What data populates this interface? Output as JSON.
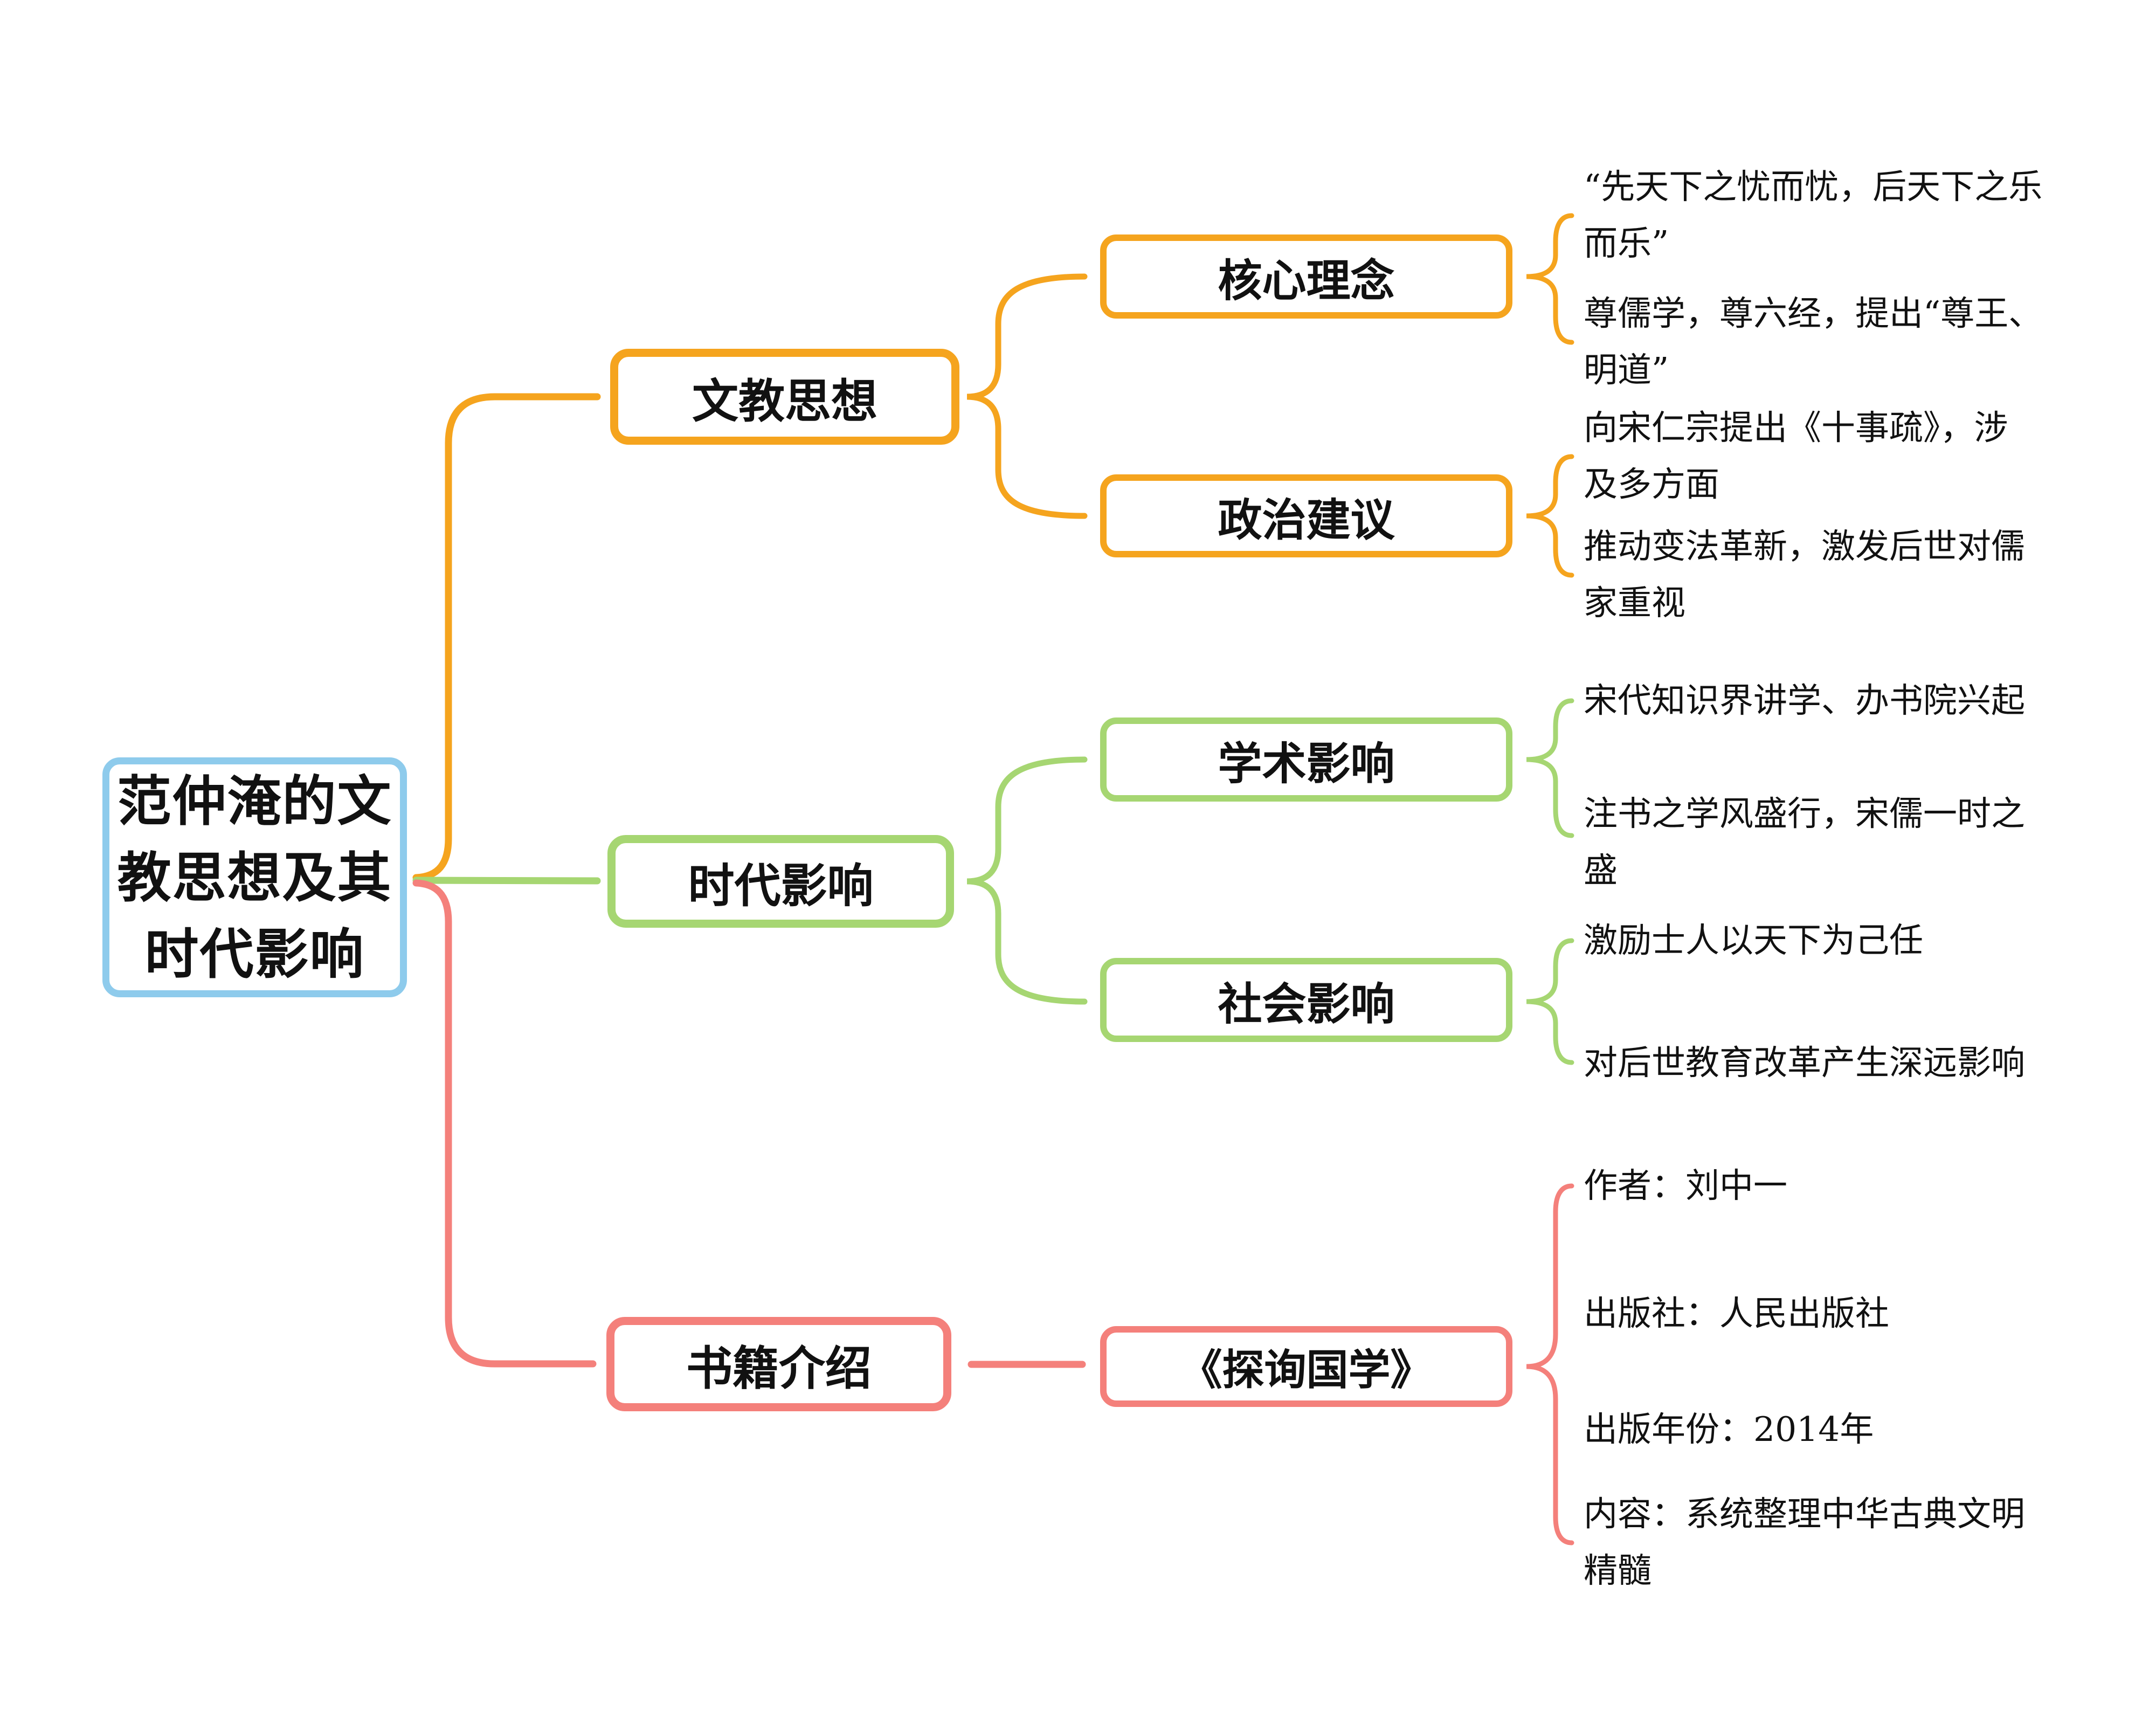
{
  "title": "范仲淹的文教思想及其时代影响",
  "colors": {
    "root_border": "#8ECBEC",
    "branch_wenjiao": "#F5A41E",
    "branch_shidai": "#A6D672",
    "branch_shuji": "#F4807B",
    "text": "#111111",
    "background": "#FFFFFF"
  },
  "root": {
    "label": "范仲淹的文\n教思想及其\n时代影响"
  },
  "branches": [
    {
      "label": "文教思想",
      "children": [
        {
          "label": "核心理念",
          "leaves": [
            "“先天下之忧而忧，后天下之乐\n而乐”",
            "尊儒学，尊六经，提出“尊王、\n明道”"
          ]
        },
        {
          "label": "政治建议",
          "leaves": [
            "向宋仁宗提出《十事疏》，涉\n及多方面",
            "推动变法革新，激发后世对儒\n家重视"
          ]
        }
      ]
    },
    {
      "label": "时代影响",
      "children": [
        {
          "label": "学术影响",
          "leaves": [
            "宋代知识界讲学、办书院兴起",
            "注书之学风盛行，宋儒一时之\n盛"
          ]
        },
        {
          "label": "社会影响",
          "leaves": [
            "激励士人以天下为己任",
            "对后世教育改革产生深远影响"
          ]
        }
      ]
    },
    {
      "label": "书籍介绍",
      "children": [
        {
          "label": "《探询国学》",
          "leaves": [
            "作者：刘中一",
            "出版社：人民出版社",
            "出版年份：2014年",
            "内容：系统整理中华古典文明\n精髓"
          ]
        }
      ]
    }
  ]
}
